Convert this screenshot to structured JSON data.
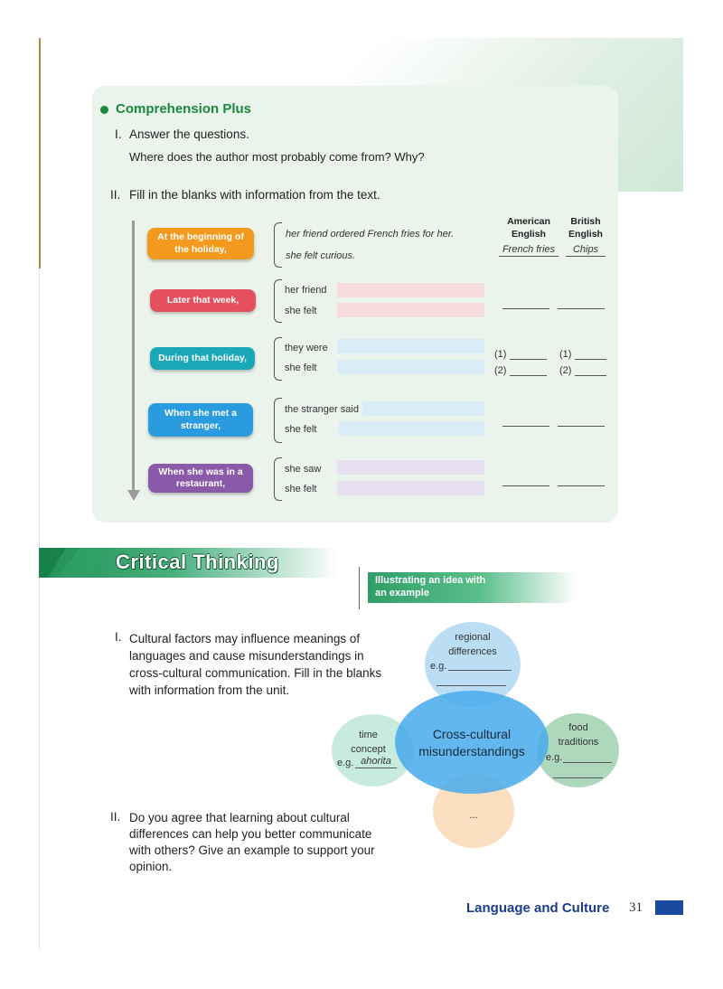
{
  "comprehension": {
    "title": "Comprehension Plus",
    "q1_label": "I.",
    "q1_text": "Answer the questions.",
    "q1_question": "Where does the author most probably come from? Why?",
    "q2_label": "II.",
    "q2_text": "Fill in the blanks with information from the text.",
    "col_american": "American",
    "col_american2": "English",
    "col_british": "British",
    "col_british2": "English",
    "rows": [
      {
        "stage": "At the beginning of the holiday,",
        "line1": "her friend ordered French fries for her.",
        "line2": "she felt curious.",
        "american": "French fries",
        "british": "Chips"
      },
      {
        "stage": "Later that week,",
        "line1": "her friend",
        "line2": "she felt"
      },
      {
        "stage": "During that holiday,",
        "line1": "they were",
        "line2": "she felt",
        "n1": "(1)",
        "n2": "(2)"
      },
      {
        "stage": "When she met a stranger,",
        "line1": "the stranger said",
        "line2": "she felt"
      },
      {
        "stage": "When she was in a restaurant,",
        "line1": "she saw",
        "line2": "she felt"
      }
    ]
  },
  "critical": {
    "title": "Critical Thinking",
    "skill_line1": "Illustrating an idea with",
    "skill_line2": "an example",
    "q1_label": "I.",
    "q1_text_lines": [
      "Cultural factors may influence meanings of",
      "languages and cause misunderstandings in",
      "cross-cultural communication. Fill in the blanks",
      "with information from the unit."
    ],
    "q2_label": "II.",
    "q2_text_lines": [
      "Do you agree that learning about cultural",
      "differences can help you better communicate",
      "with others? Give an example to support your",
      "opinion."
    ],
    "center": [
      "Cross-cultural",
      "misunderstandings"
    ],
    "regional": [
      "regional",
      "differences"
    ],
    "food": [
      "food",
      "traditions"
    ],
    "time": [
      "time",
      "concept"
    ],
    "eg": "e.g.",
    "time_example": "ahorita",
    "ellipsis": "..."
  },
  "footer": {
    "title": "Language and Culture",
    "page": "31"
  },
  "colors": {
    "orange": "#f39a1e",
    "red": "#e5505d",
    "teal": "#1aa7b8",
    "blue": "#2b9be0",
    "purple": "#8a5aa8"
  }
}
